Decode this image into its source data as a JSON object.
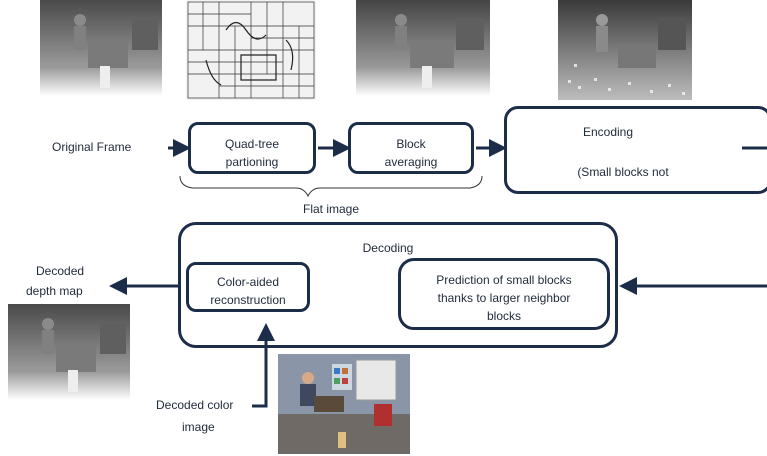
{
  "labels": {
    "original_frame": "Original Frame",
    "flat_image": "Flat image",
    "decoded_depth_map_line1": "Decoded",
    "decoded_depth_map_line2": "depth map",
    "decoded_color_line1": "Decoded color",
    "decoded_color_line2": "image"
  },
  "boxes": {
    "quadtree_line1": "Quad-tree",
    "quadtree_line2": "partioning",
    "block_line1": "Block",
    "block_line2": "averaging",
    "encoding_line1": "Encoding",
    "encoding_line2": "(Small blocks not",
    "decoding_title": "Decoding",
    "color_aided_line1": "Color-aided",
    "color_aided_line2": "reconstruction",
    "prediction_line1": "Prediction of small blocks",
    "prediction_line2": "thanks to larger neighbor",
    "prediction_line3": "blocks"
  },
  "colors": {
    "arrow": "#1c2d4a",
    "text": "#1f2a3a"
  }
}
